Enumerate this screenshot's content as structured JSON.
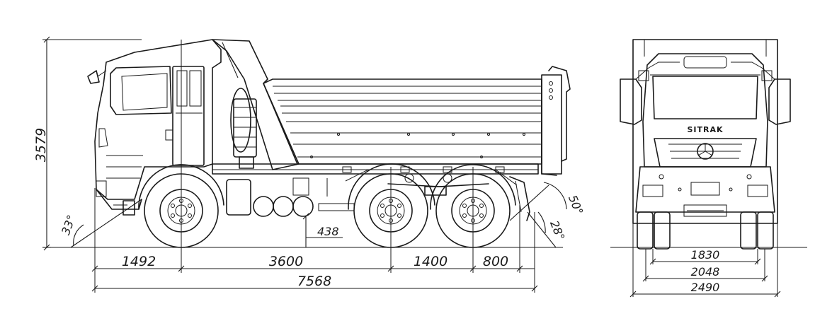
{
  "side_view": {
    "height": "3579",
    "approach_angle": "33°",
    "departure_angle": "50°",
    "ramp_angle": "28°",
    "ground_clearance": "438",
    "front_overhang": "1492",
    "wheelbase_1": "3600",
    "wheelbase_2": "1400",
    "rear_overhang": "800",
    "overall_length": "7568"
  },
  "front_view": {
    "brand": "SITRAK",
    "track_1": "1830",
    "track_2": "2048",
    "overall_width": "2490"
  }
}
